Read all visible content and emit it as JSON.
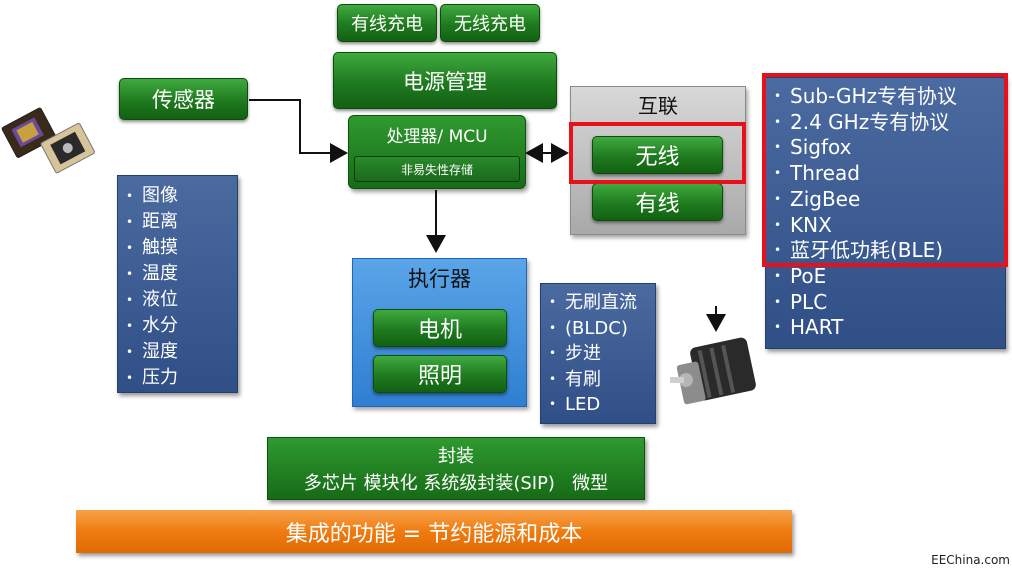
{
  "charging": {
    "wired": "有线充电",
    "wireless": "无线充电"
  },
  "power": {
    "label": "电源管理"
  },
  "sensor": {
    "label": "传感器"
  },
  "sensor_types": [
    "图像",
    "距离",
    "触摸",
    "温度",
    "液位",
    "水分",
    "湿度",
    "压力"
  ],
  "processor": {
    "label": "处理器/ MCU",
    "memory": "非易失性存储"
  },
  "interconnect": {
    "title": "互联",
    "wireless": "无线",
    "wired": "有线"
  },
  "protocols": [
    "Sub-GHz专有协议",
    "2.4 GHz专有协议",
    "Sigfox",
    "Thread",
    "ZigBee",
    "KNX",
    "蓝牙低功耗(BLE)",
    "PoE",
    "PLC",
    "HART"
  ],
  "actuator": {
    "title": "执行器",
    "motor": "电机",
    "lighting": "照明"
  },
  "motor_types": [
    "无刷直流",
    "(BLDC)",
    "步进",
    "有刷",
    "LED"
  ],
  "packaging": {
    "title": "封装",
    "details": "多芯片 模块化 系统级封装(SIP)   微型"
  },
  "banner": {
    "text": "集成的功能 = 节约能源和成本"
  },
  "watermark": "EEChina.com",
  "colors": {
    "green": "#1f7a1f",
    "blue_panel": "#3a5a92",
    "orange": "#f07e12",
    "red_frame": "#e8111b",
    "grey": "#b8b8b8"
  }
}
